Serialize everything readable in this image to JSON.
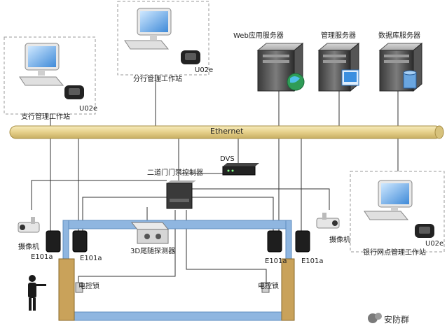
{
  "ethernet_label": "Ethernet",
  "servers": {
    "web": "Web应用服务器",
    "management": "管理服务器",
    "database": "数据库服务器"
  },
  "workstations": {
    "branch_sub": "支行管理工作站",
    "branch_main": "分行管理工作站",
    "bank_outlet": "银行网点管理工作站"
  },
  "reader_model": "U02e",
  "dvs_label": "DVS",
  "controller_label": "二道门门禁控制器",
  "camera_label": "摄像机",
  "reader_e101a": "E101a",
  "detector_label": "3D尾随探测器",
  "lock_label": "电控锁",
  "watermark": "安防群",
  "colors": {
    "ethernet_bar": "#e8d79a",
    "ethernet_bar_edge": "#a88f45",
    "room_frame": "#8fb6e0",
    "door_frame": "#c9a25a",
    "dashed_box": "#9a9a9a"
  }
}
